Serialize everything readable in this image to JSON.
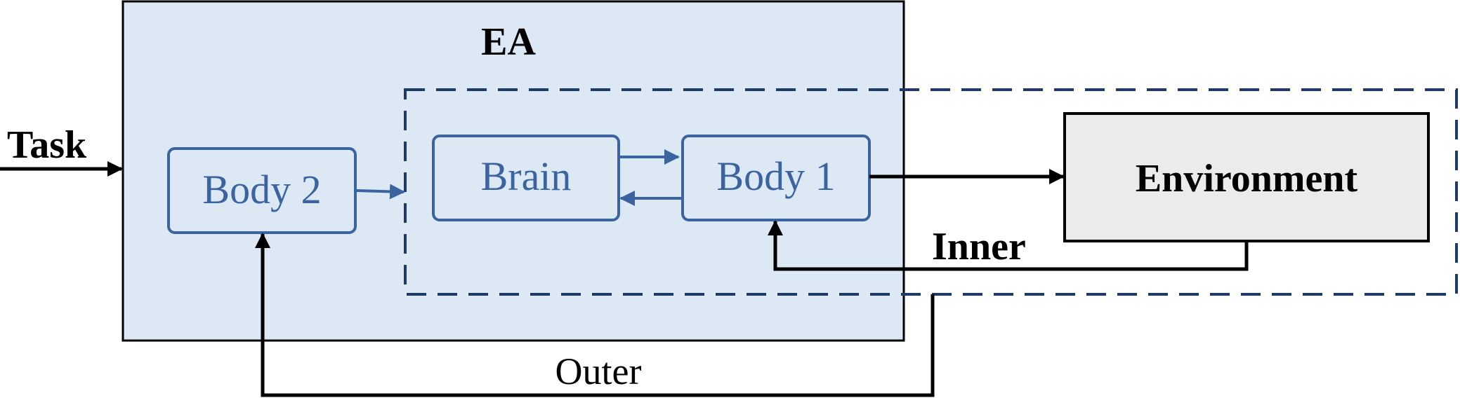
{
  "diagram": {
    "title": "EA",
    "input_label": "Task",
    "nodes": {
      "body2": "Body 2",
      "brain": "Brain",
      "body1": "Body 1",
      "environment": "Environment"
    },
    "loops": {
      "inner": "Inner",
      "outer": "Outer"
    },
    "colors": {
      "ea_fill": "#dde8f5",
      "node_stroke": "#3a63a0",
      "node_text": "#3a63a0",
      "dashed_border": "#1f3a66",
      "environment_fill": "#ebebeb",
      "line": "#000000"
    }
  }
}
